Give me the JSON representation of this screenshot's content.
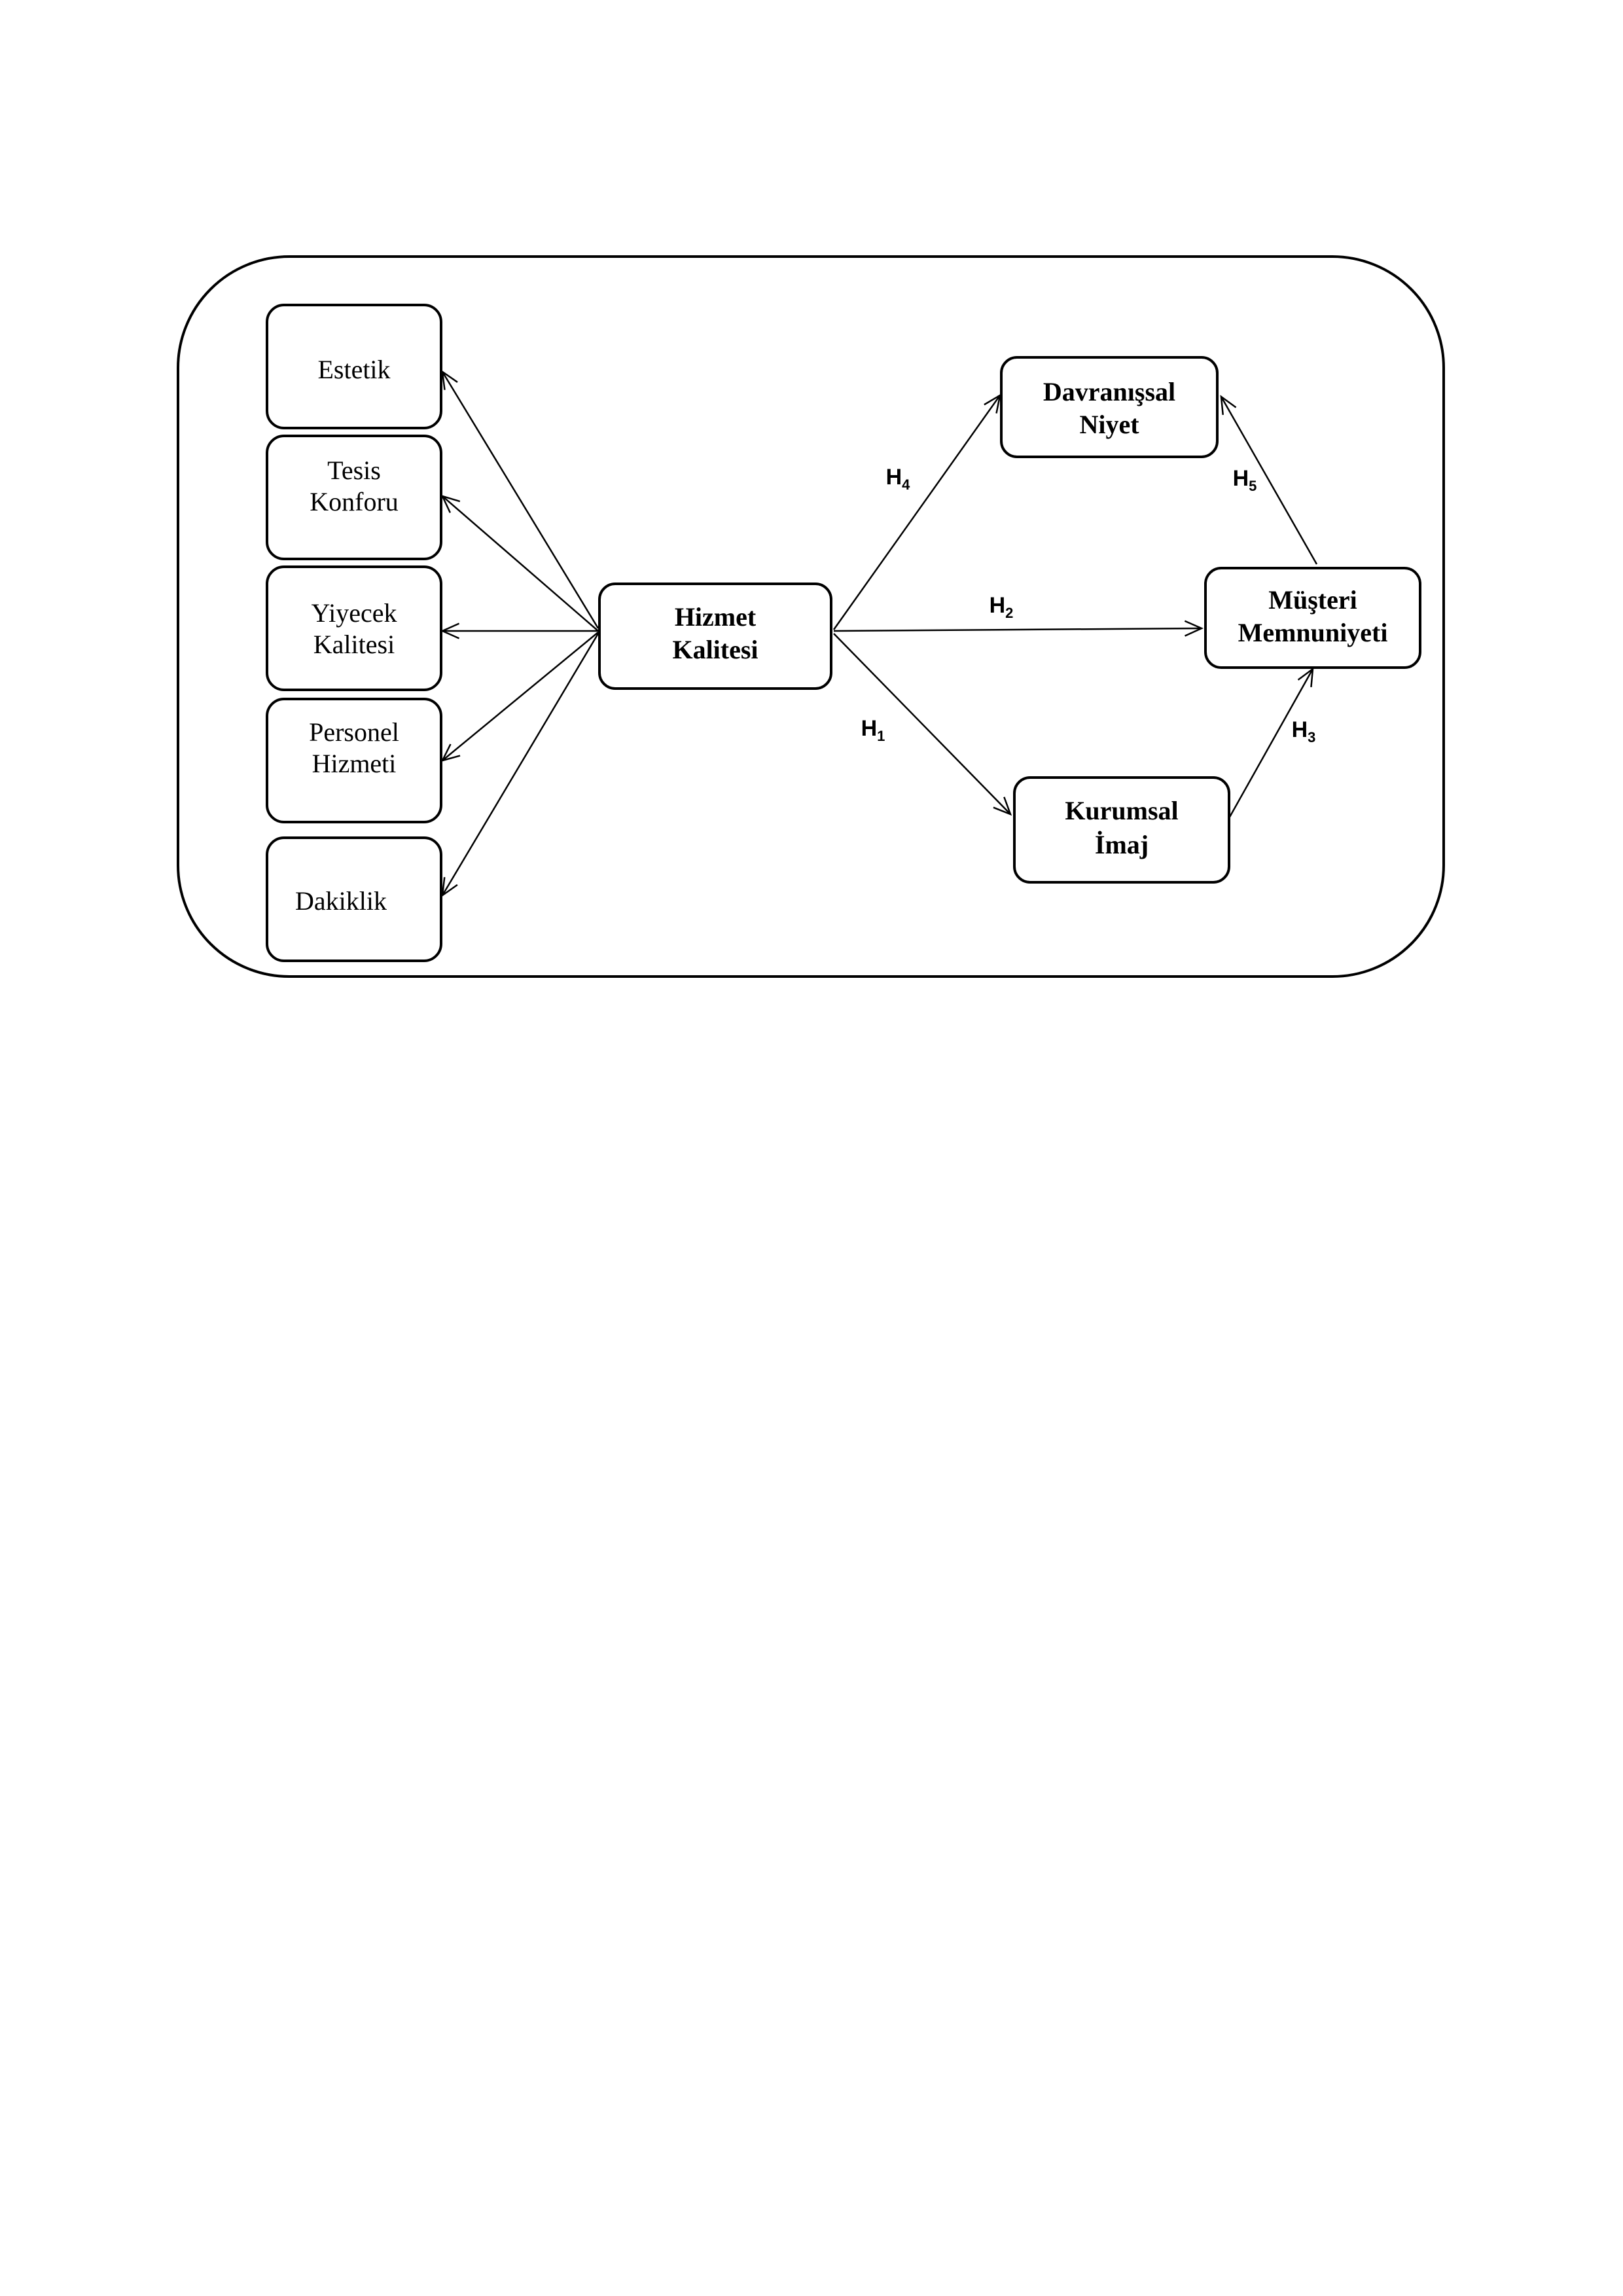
{
  "diagram": {
    "nodes": {
      "estetik": {
        "lines": [
          "Estetik"
        ]
      },
      "tesis_konforu": {
        "lines": [
          "Tesis",
          "Konforu"
        ]
      },
      "yiyecek_kalitesi": {
        "lines": [
          "Yiyecek",
          "Kalitesi"
        ]
      },
      "personel_hizmeti": {
        "lines": [
          "Personel",
          "Hizmeti"
        ]
      },
      "dakiklik": {
        "lines": [
          "Dakiklik"
        ]
      },
      "hizmet_kalitesi": {
        "lines": [
          "Hizmet",
          "Kalitesi"
        ]
      },
      "davranissal_niyet": {
        "lines": [
          "Davranışsal",
          "Niyet"
        ]
      },
      "musteri_memnuniyeti": {
        "lines": [
          "Müşteri",
          "Memnuniyeti"
        ]
      },
      "kurumsal_imaj": {
        "lines": [
          "Kurumsal",
          "İmaj"
        ]
      }
    },
    "hypotheses": {
      "h1": {
        "letter": "H",
        "sub": "1"
      },
      "h2": {
        "letter": "H",
        "sub": "2"
      },
      "h3": {
        "letter": "H",
        "sub": "3"
      },
      "h4": {
        "letter": "H",
        "sub": "4"
      },
      "h5": {
        "letter": "H",
        "sub": "5"
      }
    },
    "edges": [
      {
        "from": "hizmet_kalitesi",
        "to": "estetik",
        "label": ""
      },
      {
        "from": "hizmet_kalitesi",
        "to": "tesis_konforu",
        "label": ""
      },
      {
        "from": "hizmet_kalitesi",
        "to": "yiyecek_kalitesi",
        "label": ""
      },
      {
        "from": "hizmet_kalitesi",
        "to": "personel_hizmeti",
        "label": ""
      },
      {
        "from": "hizmet_kalitesi",
        "to": "dakiklik",
        "label": ""
      },
      {
        "from": "hizmet_kalitesi",
        "to": "kurumsal_imaj",
        "label": "h1"
      },
      {
        "from": "hizmet_kalitesi",
        "to": "musteri_memnuniyeti",
        "label": "h2"
      },
      {
        "from": "kurumsal_imaj",
        "to": "musteri_memnuniyeti",
        "label": "h3"
      },
      {
        "from": "hizmet_kalitesi",
        "to": "davranissal_niyet",
        "label": "h4"
      },
      {
        "from": "musteri_memnuniyeti",
        "to": "davranissal_niyet",
        "label": "h5"
      }
    ]
  }
}
